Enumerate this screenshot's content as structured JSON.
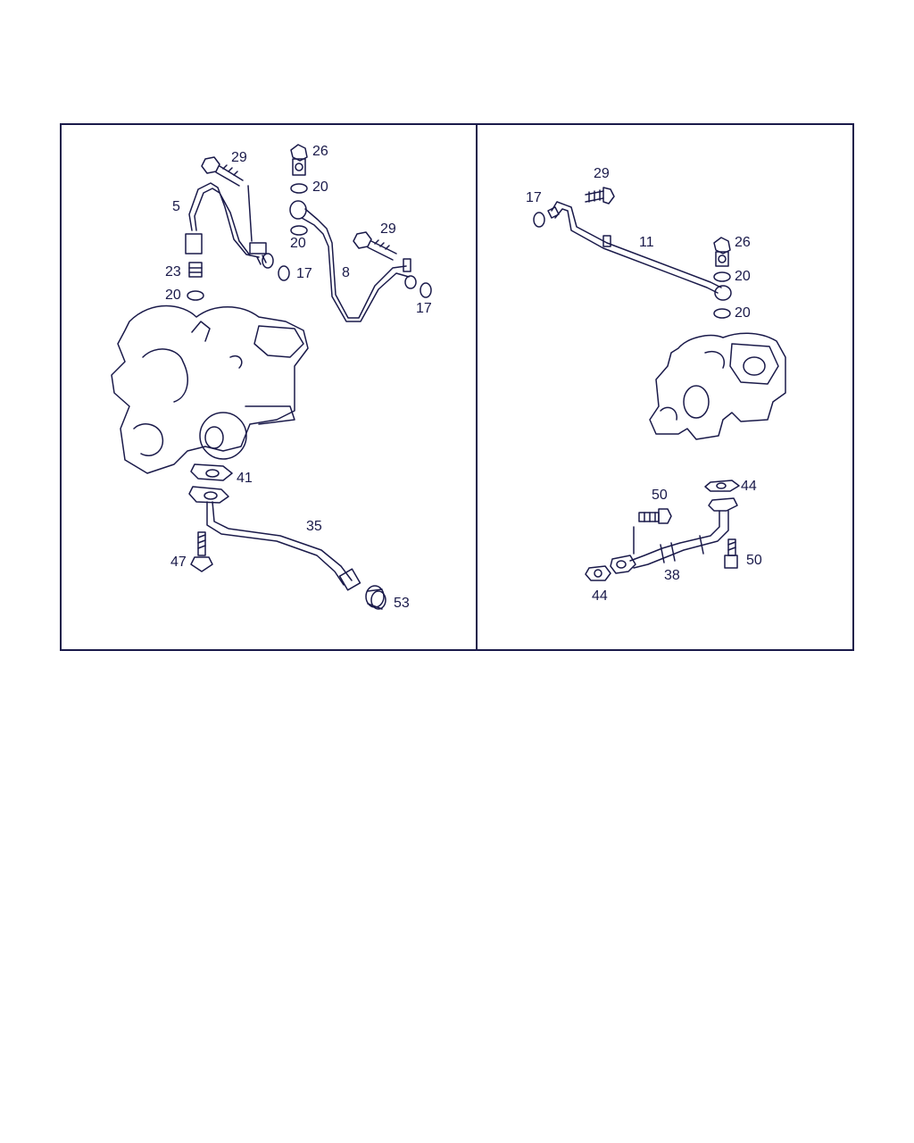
{
  "diagram": {
    "left_panel": {
      "labels": [
        "29",
        "26",
        "20",
        "5",
        "20",
        "29",
        "17",
        "8",
        "23",
        "20",
        "17",
        "41",
        "35",
        "47",
        "53"
      ]
    },
    "right_panel": {
      "labels": [
        "29",
        "17",
        "11",
        "26",
        "20",
        "20",
        "50",
        "44",
        "50",
        "44",
        "38"
      ]
    },
    "colors": {
      "ink": "#1a1a4a",
      "background": "#ffffff"
    }
  }
}
